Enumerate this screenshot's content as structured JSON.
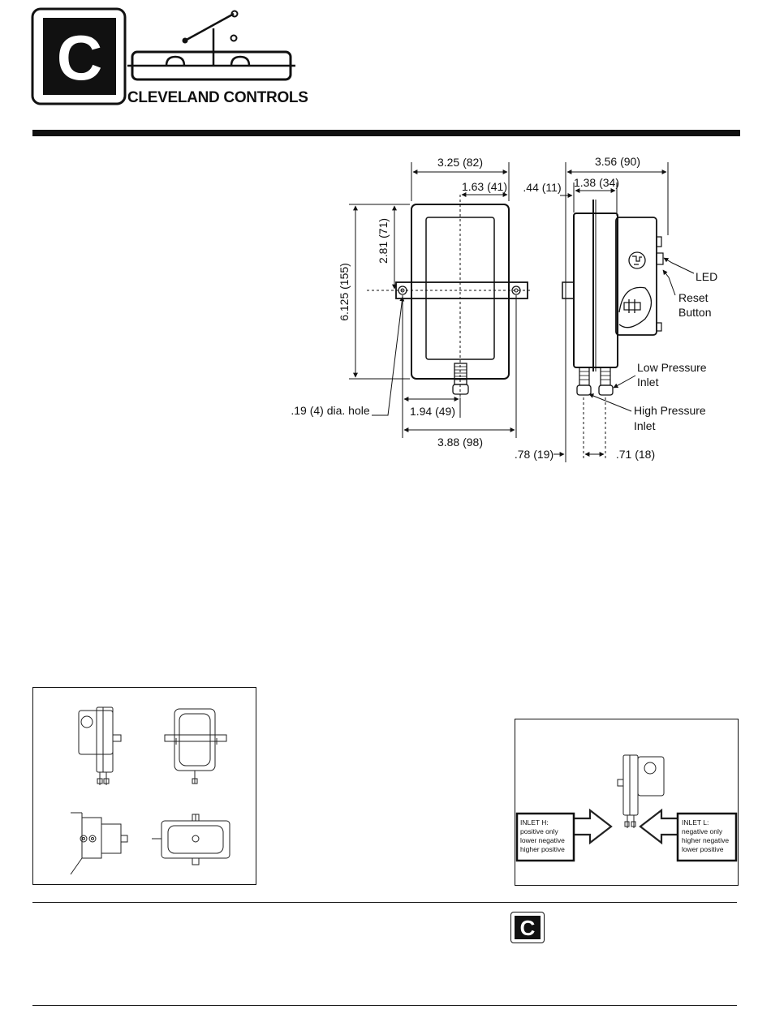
{
  "header": {
    "brand_letter": "C",
    "company_name": "CLEVELAND CONTROLS"
  },
  "front_view": {
    "width_overall": "3.25 (82)",
    "half_width": "1.63 (41)",
    "height_to_hole": "2.81 (71)",
    "height_overall": "6.125 (155)",
    "hole_label": ".19 (4) dia. hole",
    "hole_offset": "1.94 (49)",
    "bracket_width": "3.88 (98)"
  },
  "side_view": {
    "depth_overall": "3.56 (90)",
    "front_offset": ".44 (11)",
    "body_depth": "1.38 (34)",
    "led_label": "LED",
    "reset_label_1": "Reset",
    "reset_label_2": "Button",
    "low_inlet_1": "Low Pressure",
    "low_inlet_2": "Inlet",
    "high_inlet_1": "High Pressure",
    "high_inlet_2": "Inlet",
    "bracket_offset": ".78 (19)",
    "inlet_spacing": ".71 (18)"
  },
  "inlet_diagram": {
    "inlet_h": {
      "title": "INLET H:",
      "lines": [
        "positive only",
        "lower negative",
        "higher positive"
      ]
    },
    "inlet_l": {
      "title": "INLET L:",
      "lines": [
        "negative only",
        "higher negative",
        "lower positive"
      ]
    }
  },
  "footer": {
    "brand_letter": "C"
  }
}
